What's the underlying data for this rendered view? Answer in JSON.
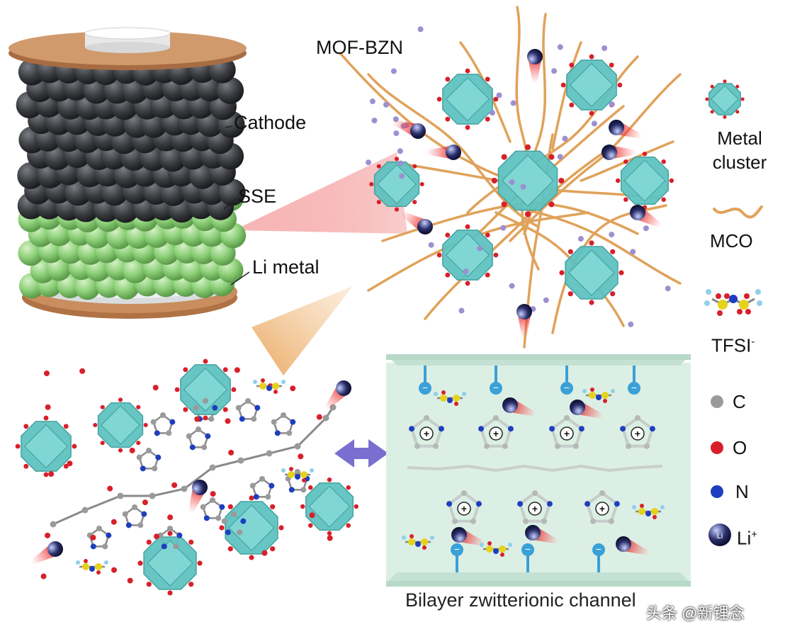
{
  "labels": {
    "mof": "MOF-BZN",
    "cathode": "Cathode",
    "sse": "SSE",
    "li_metal": "Li metal",
    "channel": "Bilayer zwitterionic channel"
  },
  "legend": {
    "metal_cluster": "Metal\ncluster",
    "mco": "MCO",
    "tfsi": "TFSI",
    "tfsi_sup": "-",
    "c": "C",
    "o": "O",
    "n": "N",
    "li": "Li",
    "li_sup": "+"
  },
  "li_badge": "Li",
  "watermark": "头条 @新锂念",
  "colors": {
    "cathode": "#3a3c40",
    "sse": "#8ed07a",
    "copper": "#c98d5e",
    "cluster": "#5fc2c0",
    "oxygen": "#d8202a",
    "nitrogen": "#1d3fbf",
    "carbon": "#9a9a9a",
    "mco_chain": "#e0a25a",
    "channel_bg": "#dcefe4",
    "arrow": "#7a6fd0",
    "zoom_red": "#f08a8a",
    "zoom_orange": "#e9a35a"
  }
}
